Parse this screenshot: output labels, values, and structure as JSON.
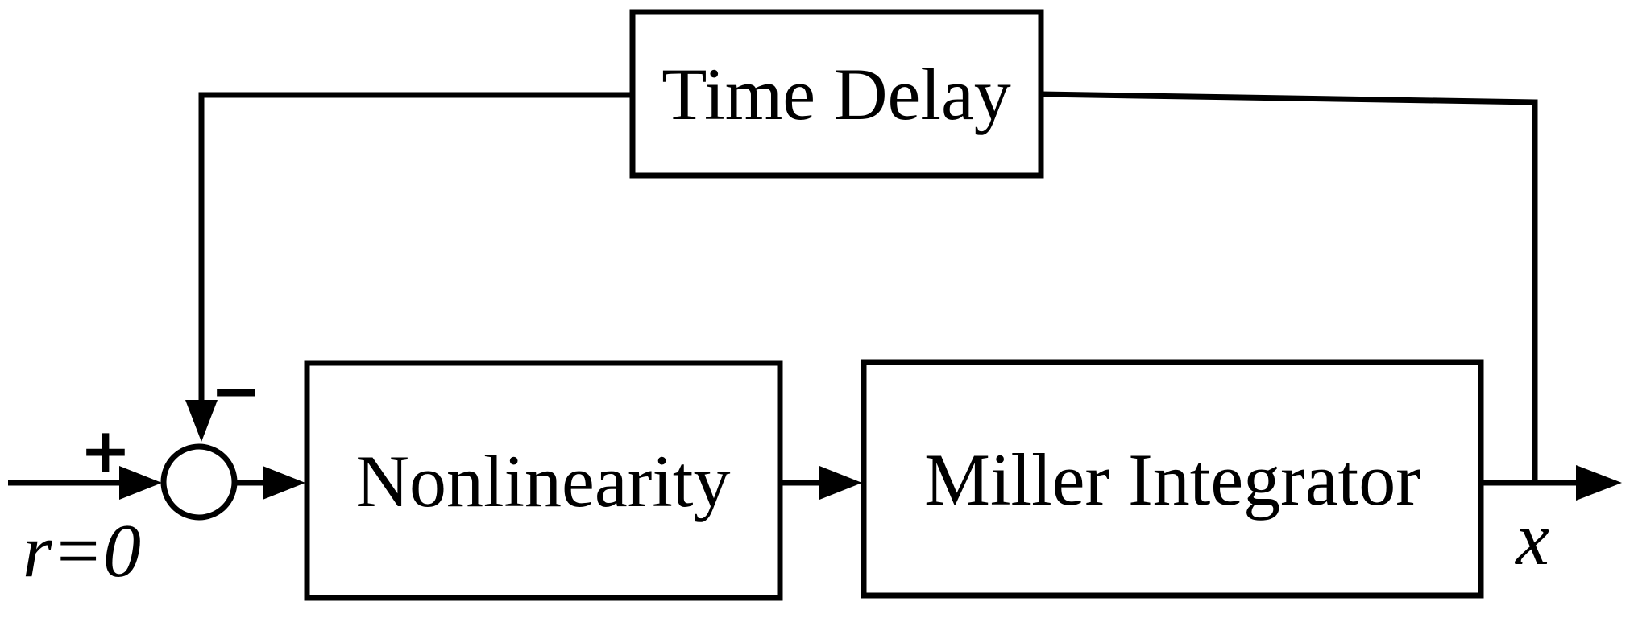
{
  "diagram": {
    "type": "control-system-block-diagram",
    "colors": {
      "background": "#ffffff",
      "stroke": "#000000",
      "text": "#000000"
    },
    "blocks": [
      {
        "id": "time-delay",
        "label": "Time Delay"
      },
      {
        "id": "nonlinearity",
        "label": "Nonlinearity"
      },
      {
        "id": "miller-integrator",
        "label": "Miller Integrator"
      }
    ],
    "summing_junction": {
      "signs": {
        "plus": "+",
        "minus": "−"
      }
    },
    "labels": {
      "input": "r=0",
      "output": "x"
    },
    "connections": [
      {
        "from": "input",
        "to": "summing-junction",
        "sign": "+"
      },
      {
        "from": "summing-junction",
        "to": "nonlinearity"
      },
      {
        "from": "nonlinearity",
        "to": "miller-integrator"
      },
      {
        "from": "miller-integrator",
        "to": "output"
      },
      {
        "from": "output",
        "to": "time-delay",
        "path": "feedback"
      },
      {
        "from": "time-delay",
        "to": "summing-junction",
        "sign": "−"
      }
    ]
  }
}
